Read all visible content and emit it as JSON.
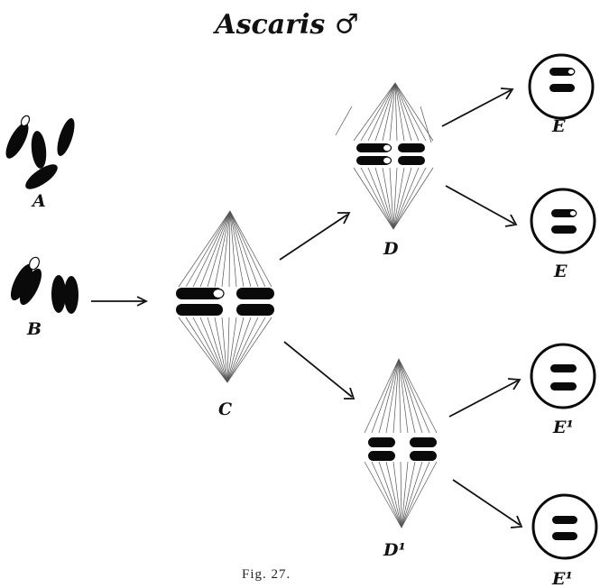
{
  "title": "Ascaris ♂",
  "caption": "Fig. 27.",
  "labels": {
    "a": "A",
    "b": "B",
    "c": "C",
    "d": "D",
    "d1": "D¹",
    "e_top": "E",
    "e_second": "E",
    "e1_third": "E¹",
    "e1_bottom": "E¹"
  }
}
